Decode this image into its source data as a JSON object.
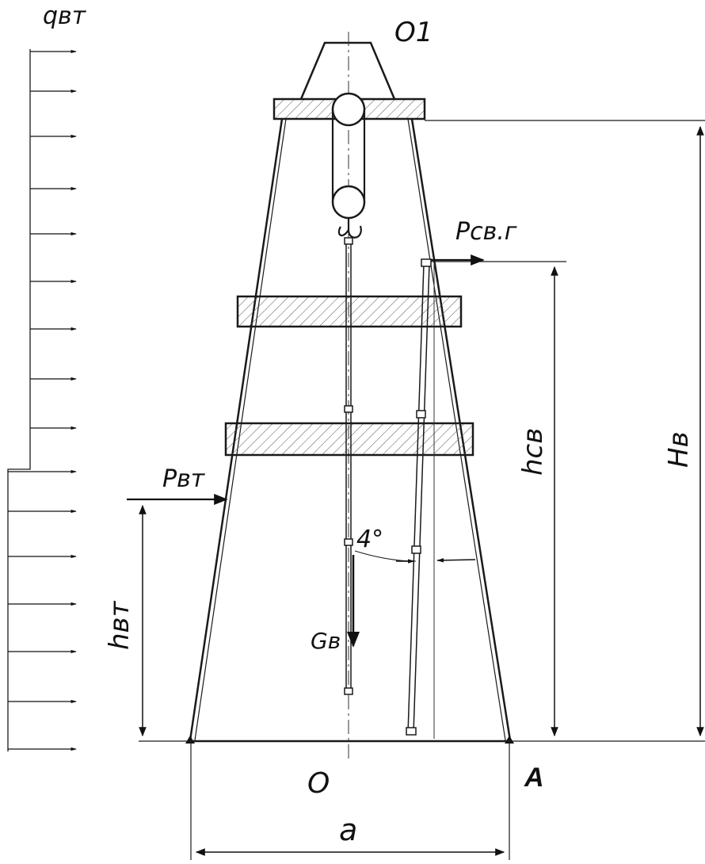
{
  "labels": {
    "wind_load": "qвт",
    "crown_point": "O1",
    "brace_force": "Pсв.г",
    "brace_height": "hсв",
    "derrick_height": "Hв",
    "wind_force": "Pвт",
    "wind_height": "hвт",
    "angle": "4°",
    "weight": "Gв",
    "origin": "O",
    "support_a": "A",
    "base_width": "a"
  }
}
